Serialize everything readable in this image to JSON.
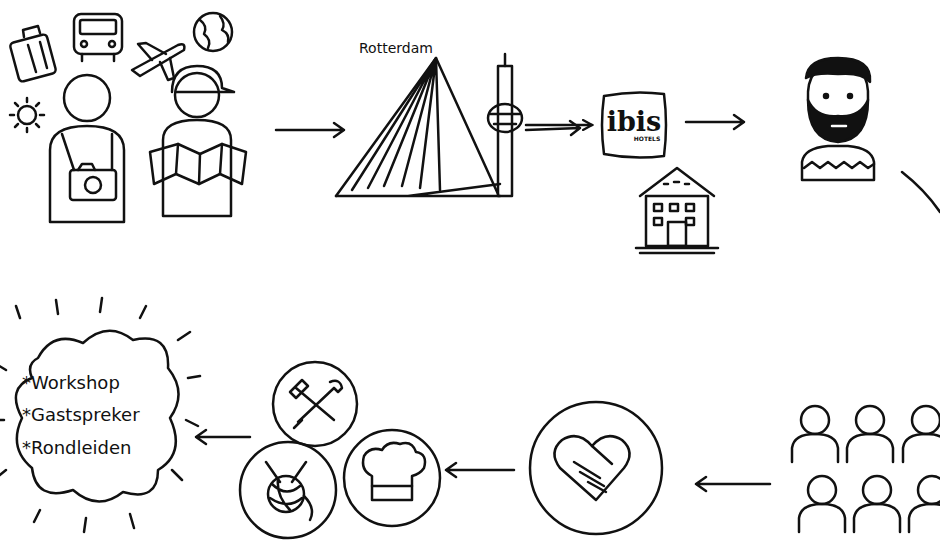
{
  "diagram": {
    "nodes": [
      {
        "text": [
          "Rotterdam"
        ]
      },
      {
        "text": [
          "ibis",
          "HOTELS"
        ]
      },
      {
        "text": [
          "*Workshop",
          "*Gastspreker",
          "*Rondleiden"
        ]
      }
    ],
    "edges": [
      {
        "from": 0,
        "to": 1,
        "arrow": "to"
      }
    ]
  }
}
